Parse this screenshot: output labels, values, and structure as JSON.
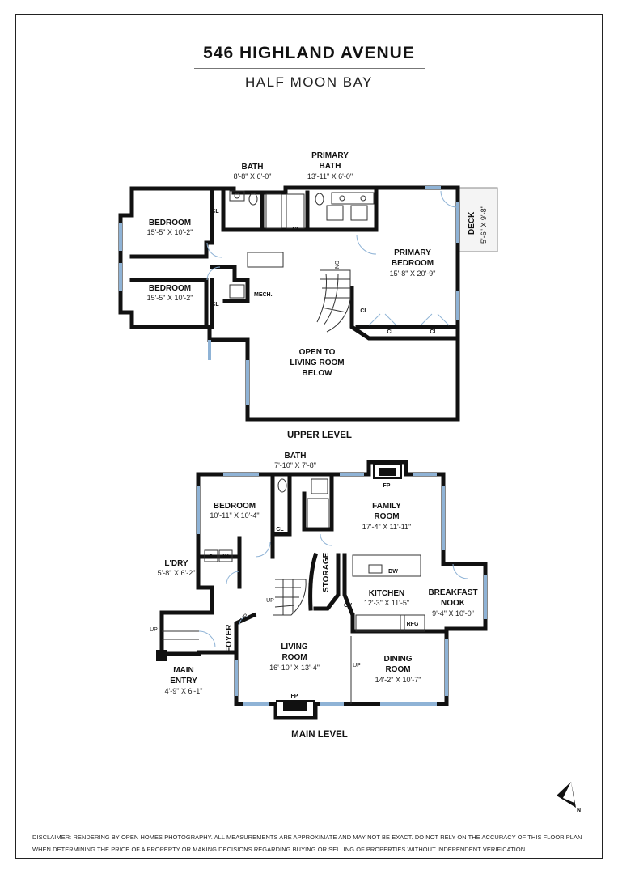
{
  "header": {
    "title": "546 HIGHLAND AVENUE",
    "subtitle": "HALF MOON BAY"
  },
  "upper": {
    "level_label": "UPPER LEVEL",
    "bath": {
      "name": "BATH",
      "dim": "8'-8\" X 6'-0\""
    },
    "primary_bath": {
      "name1": "PRIMARY",
      "name2": "BATH",
      "dim": "13'-11\" X 6'-0\""
    },
    "bedroom1": {
      "name": "BEDROOM",
      "dim": "15'-5\" X 10'-2\""
    },
    "bedroom2": {
      "name": "BEDROOM",
      "dim": "15'-5\" X 10'-2\""
    },
    "primary_bedroom": {
      "name1": "PRIMARY",
      "name2": "BEDROOM",
      "dim": "15'-8\" X 20'-9\""
    },
    "deck": {
      "name": "DECK",
      "dim": "5'-6\" X 9'-8\""
    },
    "open": {
      "line1": "OPEN TO",
      "line2": "LIVING ROOM",
      "line3": "BELOW"
    },
    "mech": "MECH.",
    "closet": "CL",
    "dn": "DN"
  },
  "main": {
    "level_label": "MAIN LEVEL",
    "bath": {
      "name": "BATH",
      "dim": "7'-10\" X 7'-8\""
    },
    "bedroom": {
      "name": "BEDROOM",
      "dim": "10'-11\" X 10'-4\""
    },
    "family": {
      "name1": "FAMILY",
      "name2": "ROOM",
      "dim": "17'-4\" X 11'-11\""
    },
    "laundry": {
      "name": "L'DRY",
      "dim": "5'-8\" X 6'-2\""
    },
    "kitchen": {
      "name": "KITCHEN",
      "dim": "12'-3\" X 11'-5\""
    },
    "nook": {
      "name1": "BREAKFAST",
      "name2": "NOOK",
      "dim": "9'-4\" X 10'-0\""
    },
    "living": {
      "name1": "LIVING",
      "name2": "ROOM",
      "dim": "16'-10\" X 13'-4\""
    },
    "dining": {
      "name1": "DINING",
      "name2": "ROOM",
      "dim": "14'-2\" X 10'-7\""
    },
    "entry": {
      "name1": "MAIN",
      "name2": "ENTRY",
      "dim": "4'-9\" X 6'-1\""
    },
    "foyer": "FOYER",
    "storage": "STORAGE",
    "fp": "FP",
    "dw": "DW",
    "ov": "OV",
    "rfg": "RFG",
    "washer": "W",
    "dryer": "D",
    "up": "UP",
    "closet": "CL"
  },
  "compass_letter": "N",
  "disclaimer": "DISCLAIMER: RENDERING BY OPEN HOMES PHOTOGRAPHY. ALL MEASUREMENTS ARE APPROXIMATE AND MAY NOT BE EXACT. DO NOT RELY ON THE ACCURACY OF THIS FLOOR PLAN WHEN DETERMINING THE PRICE OF A PROPERTY OR MAKING DECISIONS REGARDING BUYING OR SELLING OF PROPERTIES WITHOUT INDEPENDENT VERIFICATION.",
  "colors": {
    "wall": "#111111",
    "window": "#8fb3d6",
    "text": "#111111"
  }
}
